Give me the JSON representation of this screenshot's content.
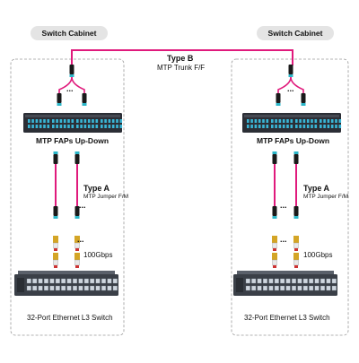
{
  "header": {
    "left_cabinet_label": "Switch Cabinet",
    "right_cabinet_label": "Switch Cabinet",
    "trunk_type": "Type B",
    "trunk_desc": "MTP Trunk F/F"
  },
  "cabinets": [
    {
      "faps_label": "MTP FAPs Up-Down",
      "jumper_type": "Type A",
      "jumper_desc": "MTP Jumper F/M",
      "speed_label": "100Gbps",
      "switch_label": "32-Port Ethernet L3 Switch",
      "ellipsis_top": "...",
      "ellipsis_mid": "...",
      "ellipsis_low": "..."
    },
    {
      "faps_label": "MTP FAPs Up-Down",
      "jumper_type": "Type A",
      "jumper_desc": "MTP Jumper F/M",
      "speed_label": "100Gbps",
      "switch_label": "32-Port Ethernet L3 Switch",
      "ellipsis_top": "...",
      "ellipsis_mid": "...",
      "ellipsis_low": "..."
    }
  ],
  "colors": {
    "cable": "#e01a7c",
    "connector_body": "#1a1a1a",
    "connector_cap": "#2bb6c8",
    "panel": "#2b2e35",
    "panel_port": "#39b6d6",
    "switch_body": "#3a3f47",
    "transceiver": "#d4a526",
    "dashed_border": "#9a9a9a"
  }
}
